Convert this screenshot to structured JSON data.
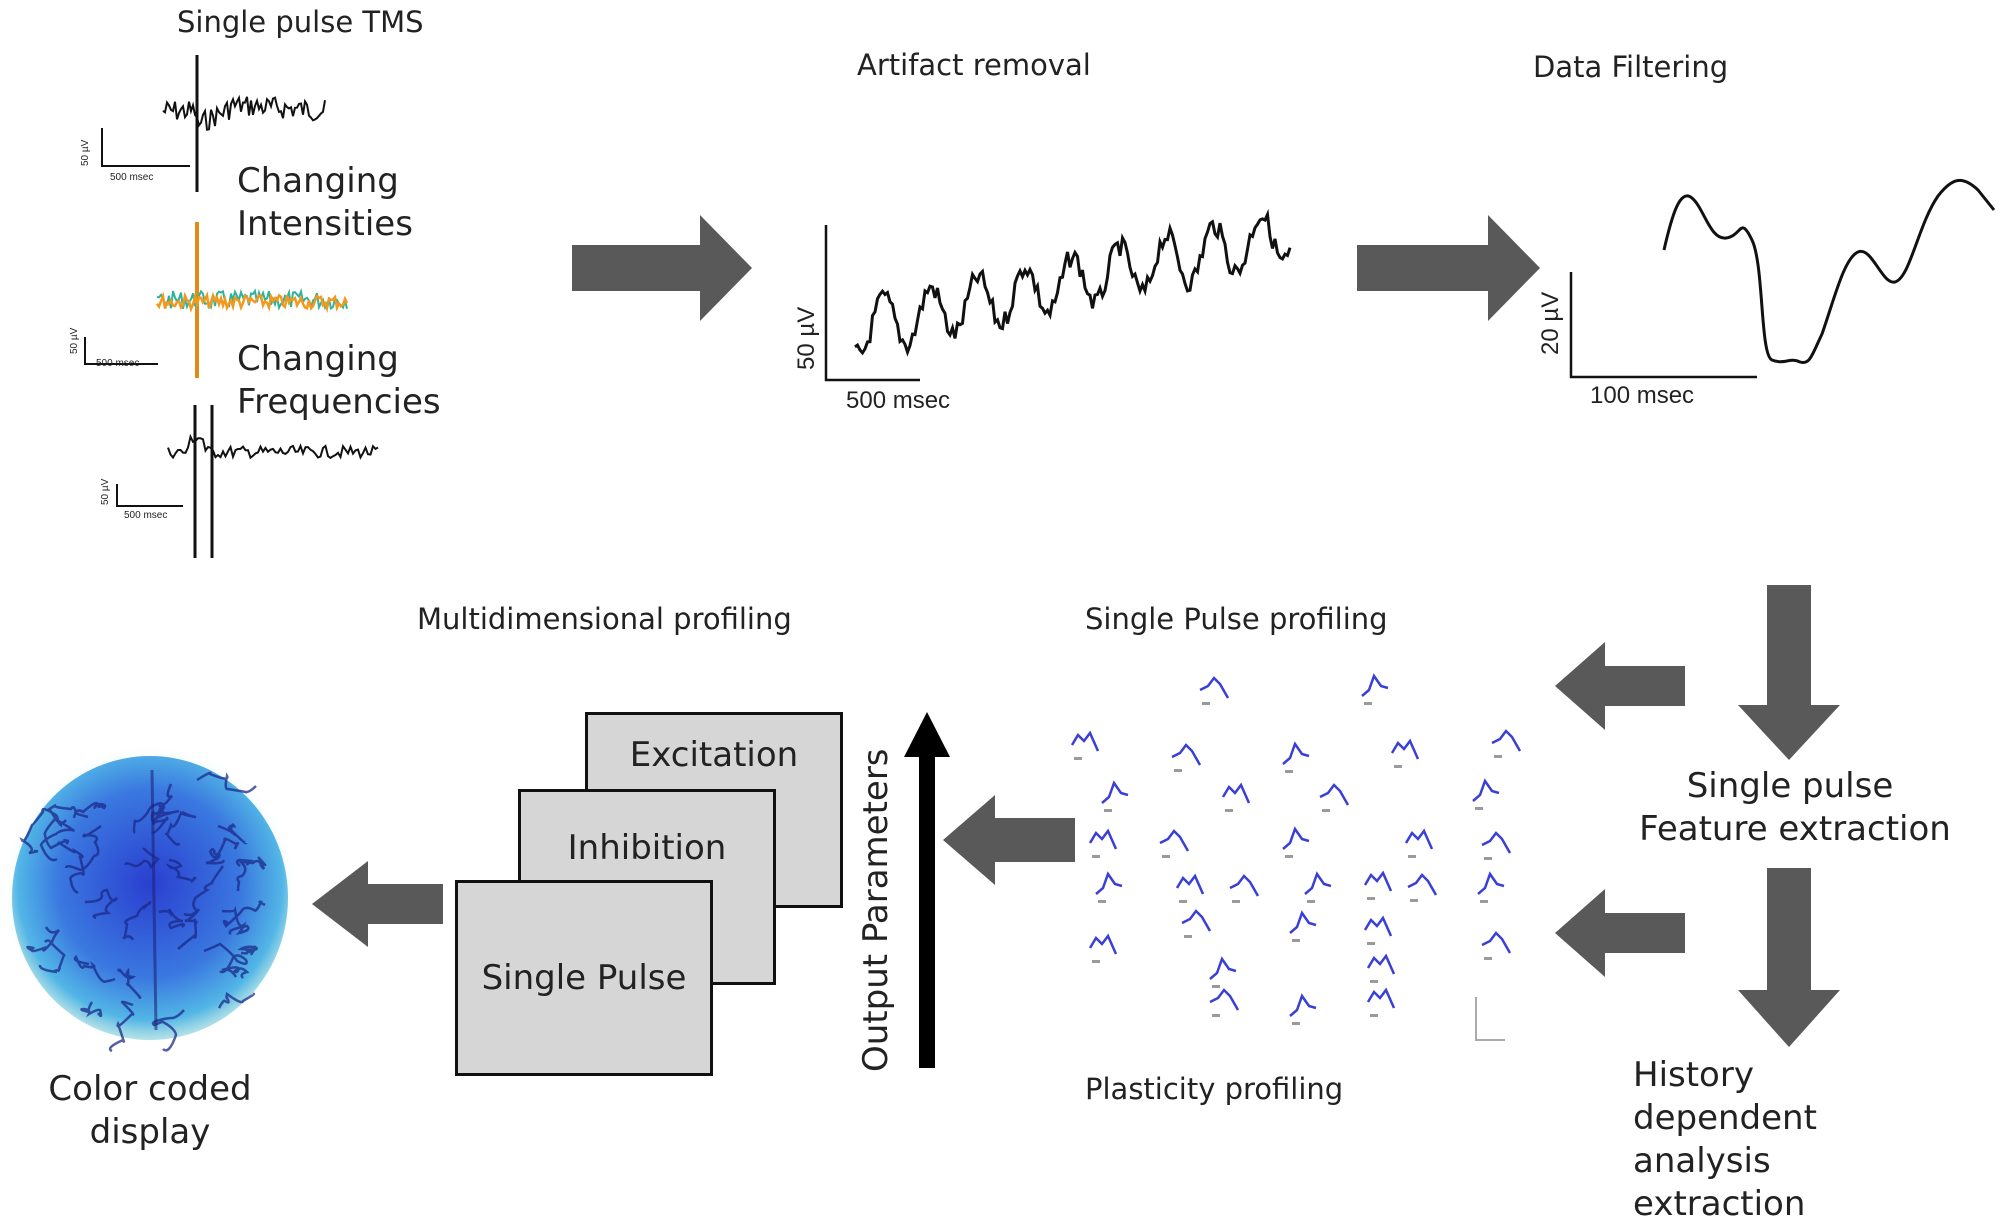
{
  "top_row": {
    "single_pulse_title": "Single pulse TMS",
    "changing_intensities": [
      "Changing",
      "Intensities"
    ],
    "changing_frequencies": [
      "Changing",
      "Frequencies"
    ],
    "small_scale_y": "50 µV",
    "small_scale_x": "500 msec",
    "artifact_title": "Artifact removal",
    "artifact_scale_y": "50 µV",
    "artifact_scale_x": "500 msec",
    "filtering_title": "Data Filtering",
    "filtering_scale_y": "20 µV",
    "filtering_scale_x": "100 msec"
  },
  "right_column": {
    "feature_extraction": [
      "Single pulse",
      "Feature extraction"
    ],
    "history_analysis": [
      "History",
      "dependent",
      "analysis",
      "extraction"
    ]
  },
  "middle_row": {
    "single_pulse_profiling": "Single Pulse profiling",
    "plasticity_profiling": "Plasticity profiling",
    "output_parameters": "Output Parameters",
    "multidimensional_title": "Multidimensional profiling",
    "cards": [
      "Excitation",
      "Inhibition",
      "Single Pulse"
    ]
  },
  "left_column": {
    "display_label": [
      "Color coded",
      "display"
    ]
  },
  "colors": {
    "arrow_gray": "#595959",
    "trace_black": "#111111",
    "trace_orange": "#f39a1e",
    "trace_teal": "#2fb39a",
    "trace_blue_topo": "#3a3fd6",
    "card_fill": "#d6d6d6",
    "brain_blue": "#2f5fd0"
  }
}
